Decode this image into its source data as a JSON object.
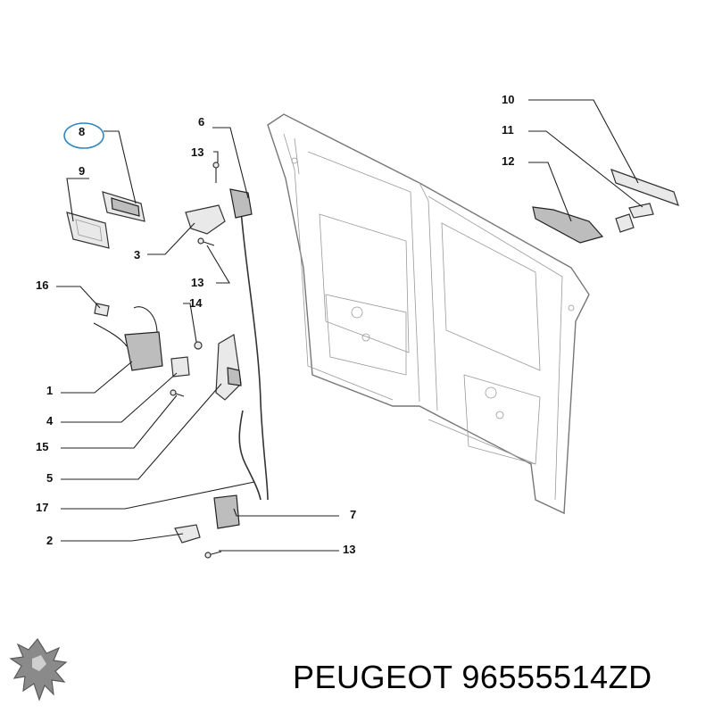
{
  "callouts": {
    "c1": "1",
    "c2": "2",
    "c3": "3",
    "c4": "4",
    "c5": "5",
    "c6": "6",
    "c7": "7",
    "c8": "8",
    "c9": "9",
    "c10": "10",
    "c11": "11",
    "c12": "12",
    "c13a": "13",
    "c13b": "13",
    "c13c": "13",
    "c14": "14",
    "c15": "15",
    "c16": "16",
    "c17": "17"
  },
  "caption": {
    "brand": "PEUGEOT",
    "part_number": "96555514ZD"
  },
  "highlight_color": "#2e86c1",
  "logo_icon": "peugeot-lion-icon"
}
